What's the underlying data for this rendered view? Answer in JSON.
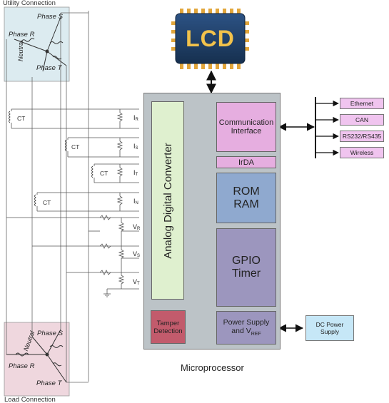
{
  "utility_connection": {
    "title": "Utility Connection",
    "phase_s": "Phase S",
    "phase_r": "Phase R",
    "phase_t": "Phase T",
    "neutral": "Neutral"
  },
  "load_connection": {
    "title": "Load Connection",
    "phase_s": "Phase S",
    "phase_r": "Phase R",
    "phase_t": "Phase T",
    "neutral": "Neutral"
  },
  "sensing": {
    "ct_label": "CT",
    "current_symbol": "I",
    "voltage_symbol": "V",
    "currents": [
      "R",
      "S",
      "T",
      "N"
    ],
    "voltages": [
      "R",
      "S",
      "T"
    ]
  },
  "lcd": {
    "label": "LCD"
  },
  "microprocessor": {
    "label": "Microprocessor",
    "adc": "Analog Digital Converter",
    "comm_line1": "Communication",
    "comm_line2": "Interface",
    "irda": "IrDA",
    "rom": "ROM",
    "ram": "RAM",
    "gpio": "GPIO",
    "timer": "Timer",
    "tamper_line1": "Tamper",
    "tamper_line2": "Detection",
    "power_line1": "Power Supply",
    "power_line2": "and V",
    "power_sub": "REF"
  },
  "interfaces": [
    "Ethernet",
    "CAN",
    "RS232/RS435",
    "Wireless"
  ],
  "dc_power": {
    "line1": "DC Power",
    "line2": "Supply"
  },
  "colors": {
    "utility_box": "#dcebf0",
    "load_box": "#efd7de",
    "micro_body": "#bcc3c7",
    "adc": "#dff0cf",
    "comm": "#e6aee0",
    "mem": "#8fa9cf",
    "gpio": "#9c96be",
    "tamper": "#c25b6c",
    "iface": "#f0c4ef",
    "dc": "#c6e7f7",
    "lcd_body": "#1d3b64",
    "lcd_text": "#f2c24b",
    "pins": "#e2a63b"
  }
}
